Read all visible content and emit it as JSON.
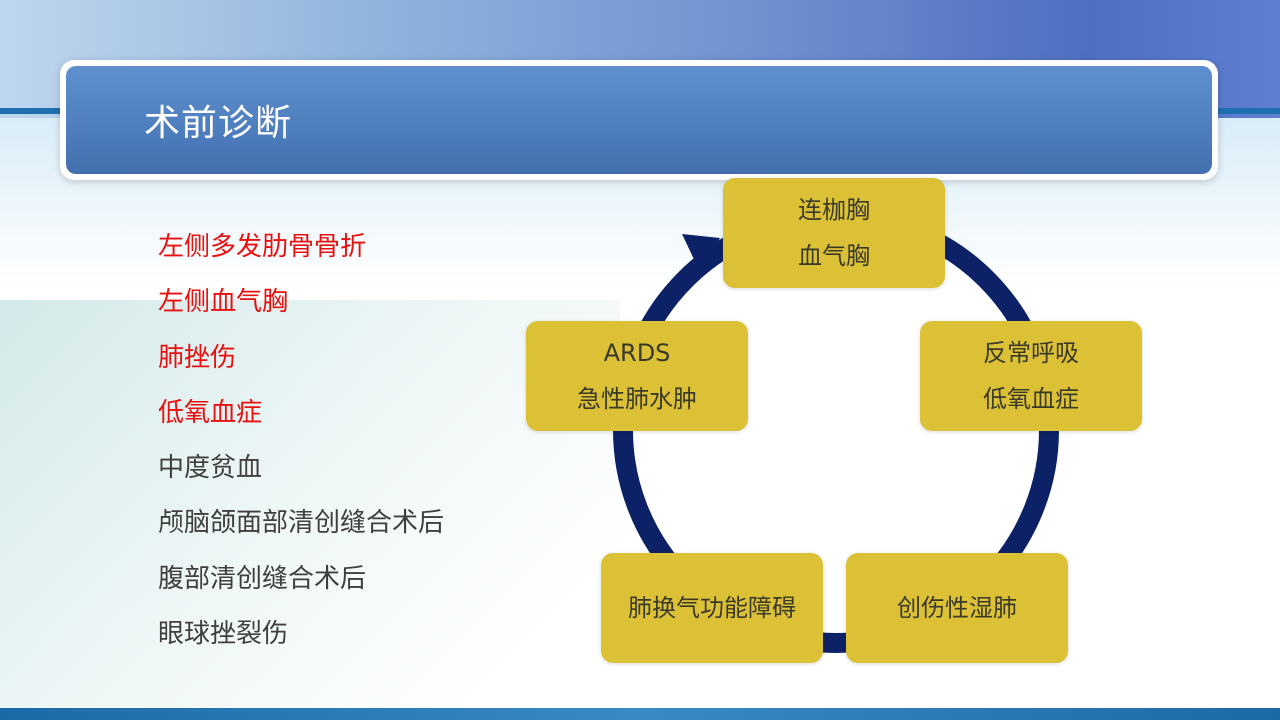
{
  "slide": {
    "title": "术前诊断"
  },
  "diagnoses": [
    {
      "text": "左侧多发肋骨骨折",
      "color": "#e8110f"
    },
    {
      "text": "左侧血气胸",
      "color": "#e8110f"
    },
    {
      "text": "肺挫伤",
      "color": "#e8110f"
    },
    {
      "text": "低氧血症",
      "color": "#e8110f"
    },
    {
      "text": "中度贫血",
      "color": "#3f3f3f"
    },
    {
      "text": "颅脑颌面部清创缝合术后",
      "color": "#3f3f3f"
    },
    {
      "text": "腹部清创缝合术后",
      "color": "#3f3f3f"
    },
    {
      "text": "眼球挫裂伤",
      "color": "#3f3f3f"
    }
  ],
  "cycle": {
    "nodes": [
      {
        "line1": "连枷胸",
        "line2": "血气胸"
      },
      {
        "line1": "反常呼吸",
        "line2": "低氧血症"
      },
      {
        "line1": "创伤性湿肺",
        "line2": ""
      },
      {
        "line1": "肺换气功能障碍",
        "line2": ""
      },
      {
        "line1": "ARDS",
        "line2": "急性肺水肿"
      }
    ],
    "box_color": "#dcc035",
    "arrow_color": "#0d2266"
  }
}
